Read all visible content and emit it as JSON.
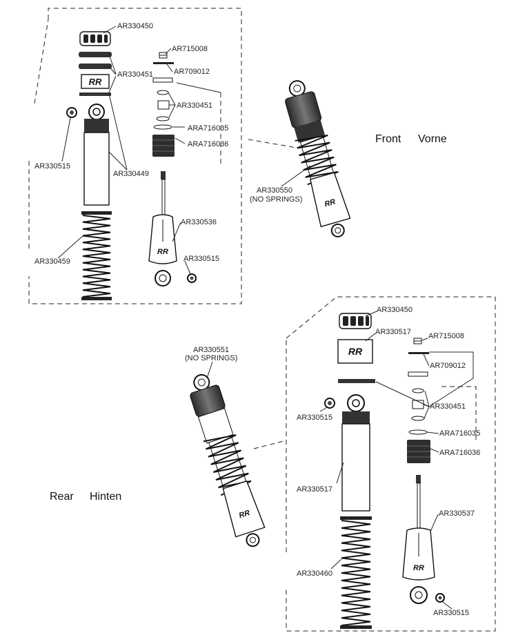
{
  "front_group": {
    "heading_en": "Front",
    "heading_de": "Vorne",
    "labels": {
      "cap": "AR330450",
      "vent": "AR715008",
      "oring_top": "AR709012",
      "spacer": "AR330451",
      "body_orings": "AR330451",
      "shim": "ARA716035",
      "piston": "ARA716036",
      "balljoint": "AR330515",
      "body": "AR330449",
      "assembly": "AR330550",
      "assembly_note": "(NO SPRINGS)",
      "shaft": "AR330536",
      "balljoint2": "AR330515",
      "spring": "AR330459"
    }
  },
  "rear_group": {
    "heading_en": "Rear",
    "heading_de": "Hinten",
    "labels": {
      "assembly": "AR330551",
      "assembly_note": "(NO SPRINGS)",
      "cap": "AR330450",
      "collar": "AR330517",
      "vent": "AR715008",
      "oring_top": "AR709012",
      "spacer": "AR330451",
      "balljoint": "AR330515",
      "shim": "ARA716035",
      "piston": "ARA716036",
      "body": "AR330517",
      "shaft": "AR330537",
      "spring": "AR330460",
      "balljoint2": "AR330515"
    }
  },
  "logo_glyph": "RR"
}
